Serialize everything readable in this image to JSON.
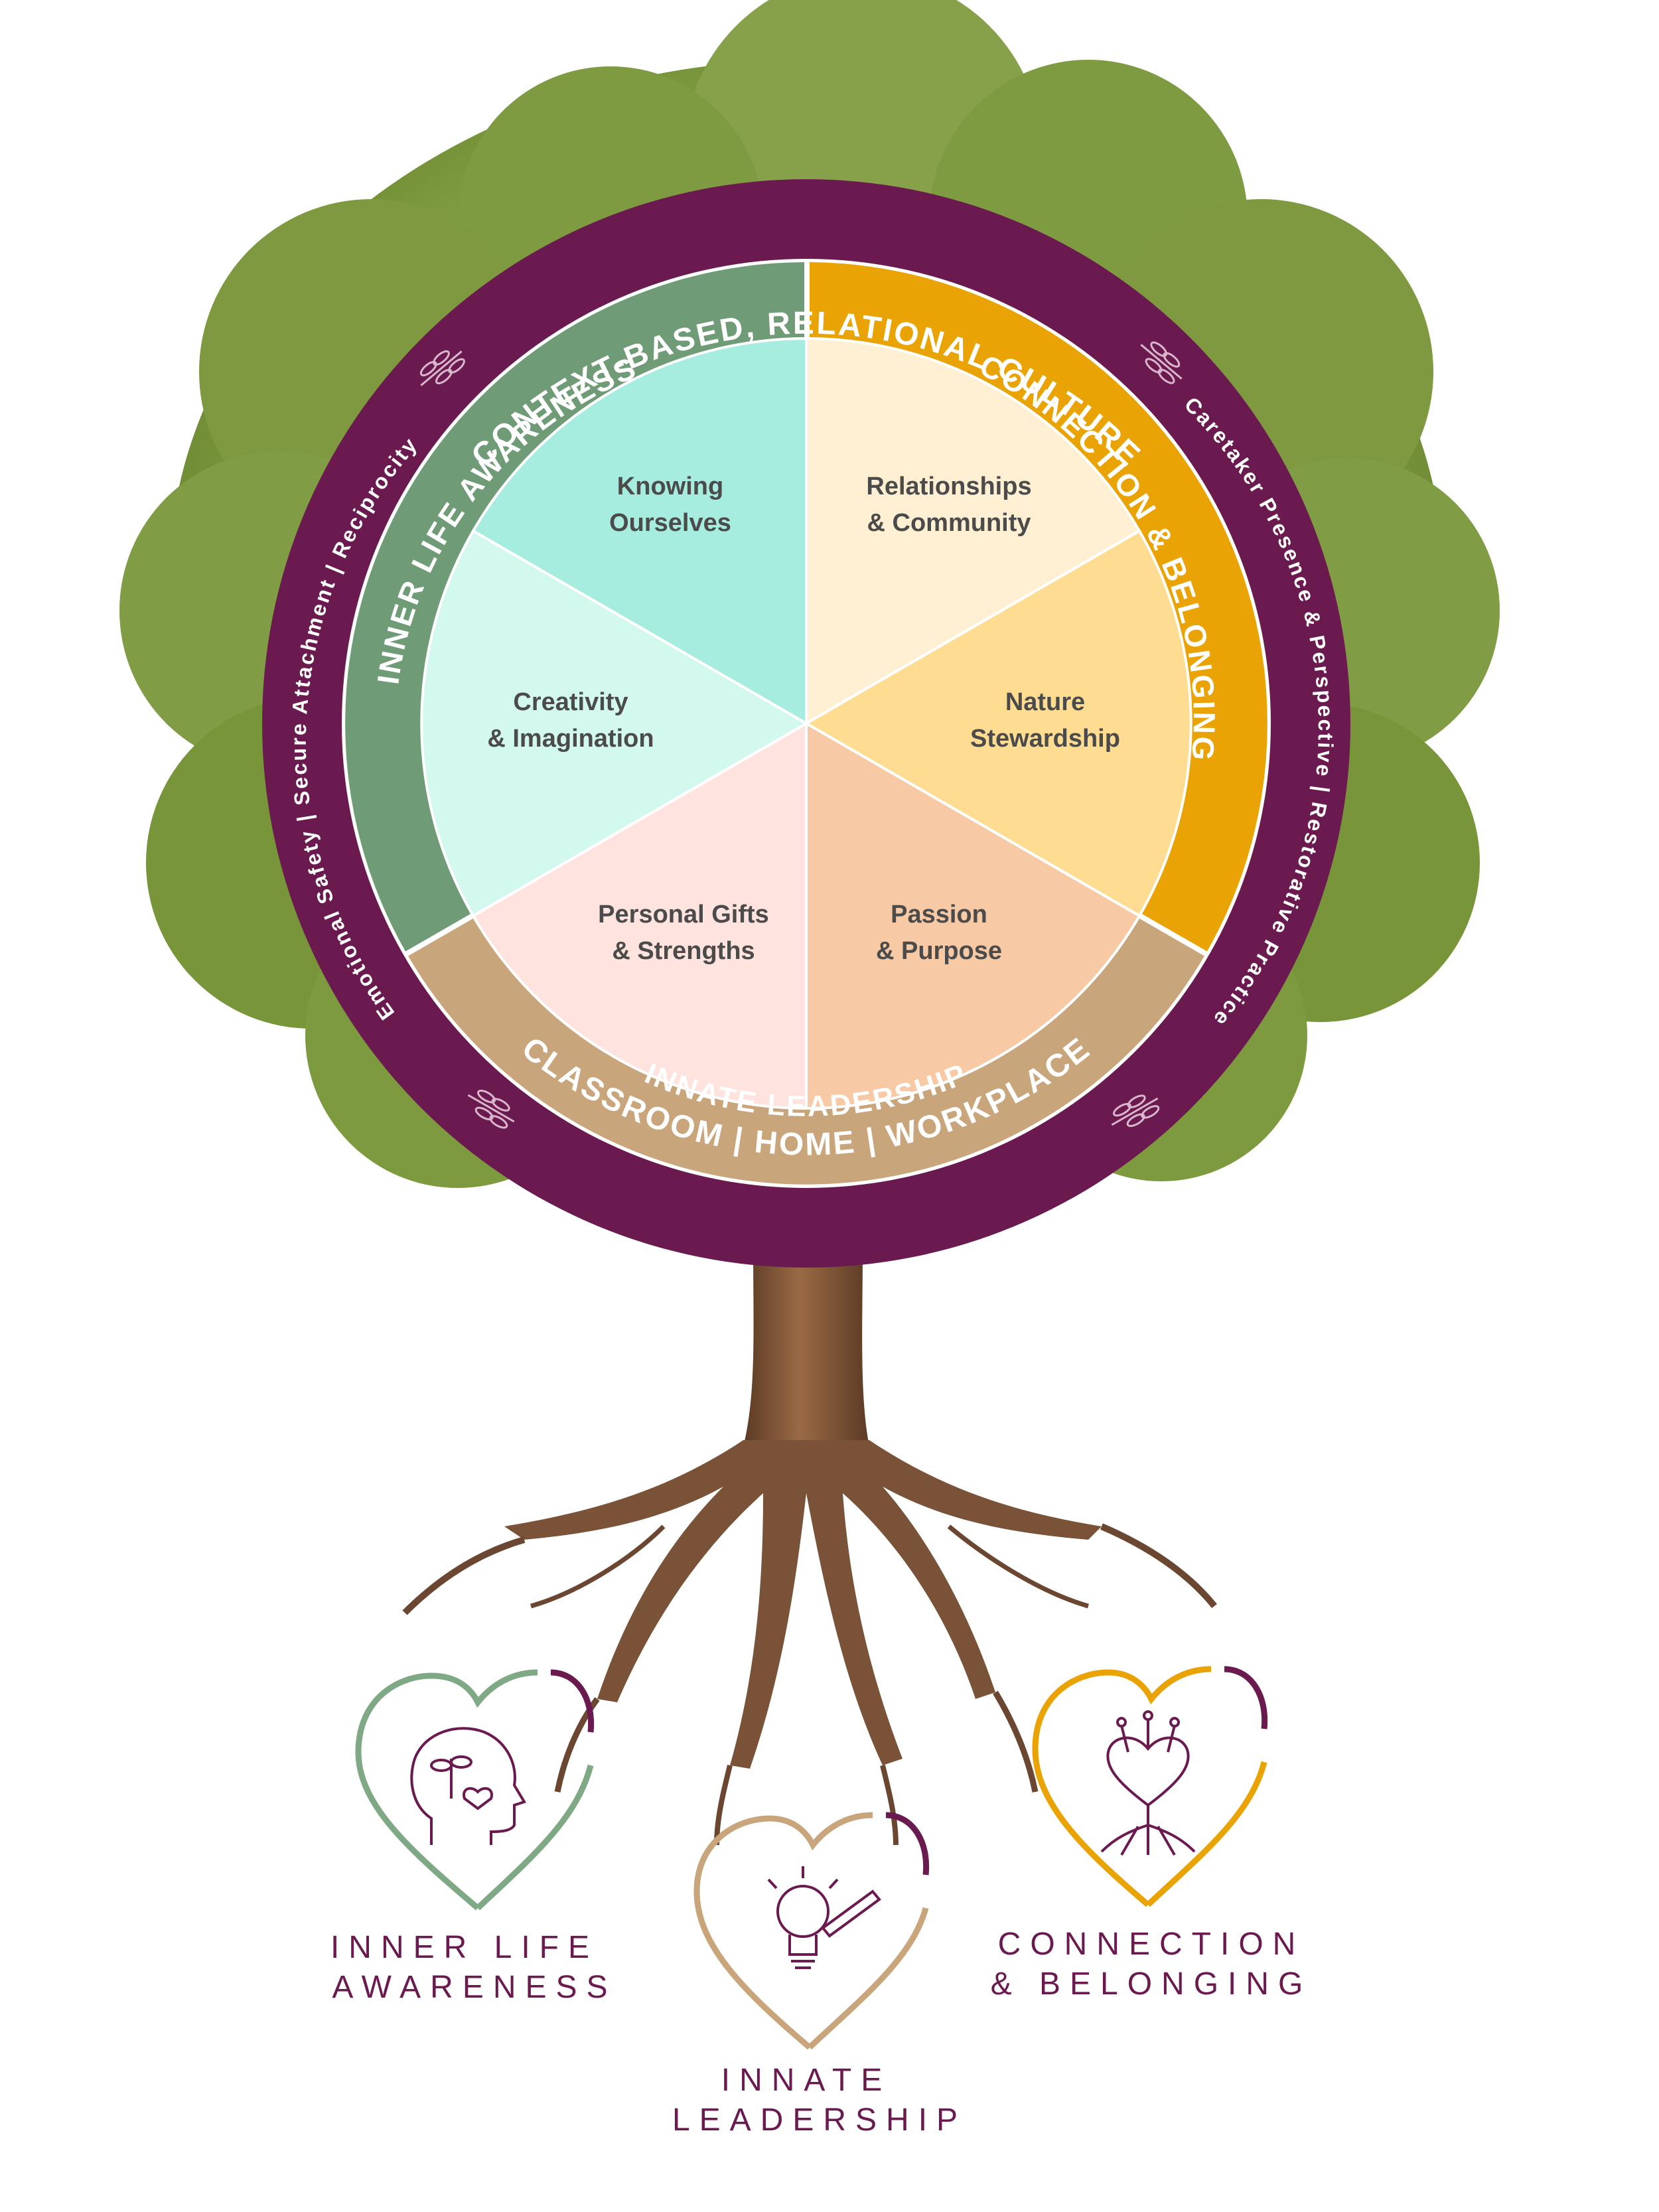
{
  "colors": {
    "plum": "#6b1a4f",
    "sage": "#6f9c76",
    "gold": "#e9a304",
    "tan": "#c8a57a",
    "foliage": "#7e9a3f",
    "trunk": "#7a5237"
  },
  "outer_ring": {
    "top": "CONTEXT-BASED, RELATIONAL CULTURE",
    "bottom": [
      "CLASSROOM",
      "|",
      "HOME",
      "|",
      "WORKPLACE"
    ],
    "left": "Emotional Safety  |  Secure Attachment  |  Reciprocity",
    "right": "Caretaker Presence & Perspective  |  Restorative Practice",
    "leaf_icon": "sprig-icon"
  },
  "inner_ring": {
    "left": "INNER LIFE AWARENESS",
    "right": "CONNECTION & BELONGING",
    "bottom": "INNATE LEADERSHIP"
  },
  "segments": [
    {
      "line1": "Knowing",
      "line2": "Ourselves",
      "color": "#a6ede0"
    },
    {
      "line1": "Relationships",
      "line2": "& Community",
      "color": "#fff0d4"
    },
    {
      "line1": "Nature",
      "line2": "Stewardship",
      "color": "#fedc92"
    },
    {
      "line1": "Passion",
      "line2": "& Purpose",
      "color": "#f7c9a5"
    },
    {
      "line1": "Personal Gifts",
      "line2": "& Strengths",
      "color": "#ffe3de"
    },
    {
      "line1": "Creativity",
      "line2": "& Imagination",
      "color": "#d3f8ee"
    }
  ],
  "pillars": [
    {
      "line1": "INNER LIFE",
      "line2": "AWARENESS",
      "icon": "head-with-heart-sprout-icon",
      "heart_color": "#7fa885"
    },
    {
      "line1": "INNATE",
      "line2": "LEADERSHIP",
      "icon": "lightbulb-pencil-icon",
      "heart_color": "#c8a57a"
    },
    {
      "line1": "CONNECTION",
      "line2": "& BELONGING",
      "icon": "heart-tree-roots-icon",
      "heart_color": "#e9a304"
    }
  ]
}
